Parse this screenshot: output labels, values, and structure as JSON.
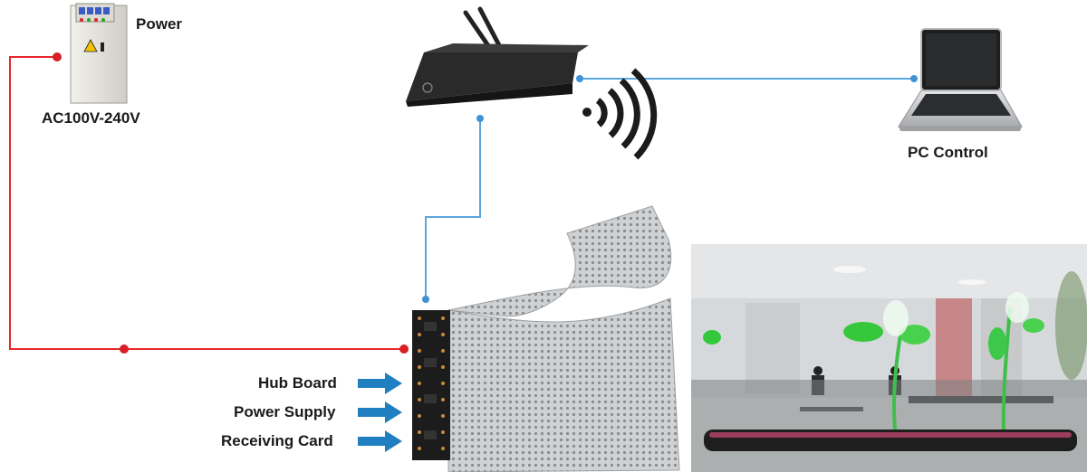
{
  "labels": {
    "power": "Power",
    "voltage": "AC100V-240V",
    "pc_control": "PC Control",
    "hub_board": "Hub Board",
    "power_supply": "Power Supply",
    "receiving_card": "Receiving Card"
  },
  "colors": {
    "power_line": "#e8262a",
    "signal_line": "#5aa6dc",
    "arrow": "#1f7fc0"
  },
  "icons": [
    "power-cabinet-icon",
    "controller-box-icon",
    "wifi-icon",
    "laptop-icon",
    "led-film-panel-icon",
    "arrow-right-icon"
  ]
}
